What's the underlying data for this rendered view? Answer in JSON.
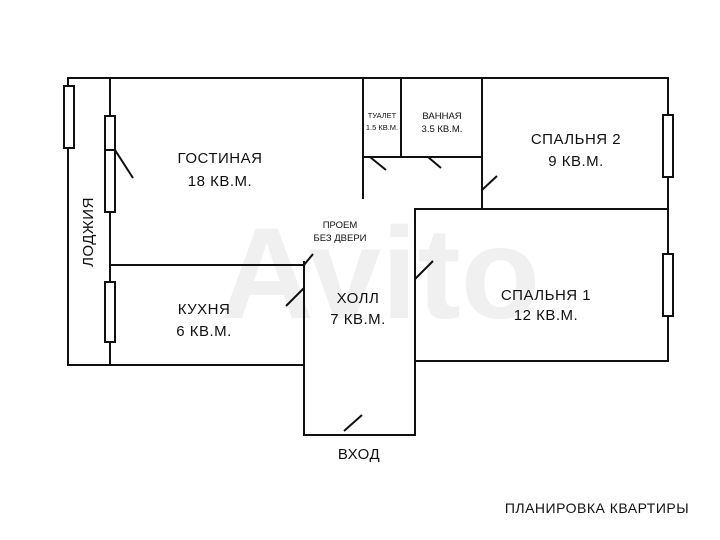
{
  "watermark": "Avito",
  "rooms": {
    "loggia": {
      "name": "ЛОДЖИЯ"
    },
    "living": {
      "name": "ГОСТИНАЯ",
      "area": "18 КВ.М."
    },
    "toilet": {
      "name": "ТУАЛЕТ",
      "area": "1.5 КВ.М."
    },
    "bath": {
      "name": "ВАННАЯ",
      "area": "3.5 КВ.М."
    },
    "bedroom2": {
      "name": "СПАЛЬНЯ 2",
      "area": "9 КВ.М."
    },
    "kitchen": {
      "name": "КУХНЯ",
      "area": "6 КВ.М."
    },
    "hall": {
      "name": "ХОЛЛ",
      "area": "7 КВ.М."
    },
    "bedroom1": {
      "name": "СПАЛЬНЯ 1",
      "area": "12 КВ.М."
    }
  },
  "opening": {
    "line1": "ПРОЕМ",
    "line2": "БЕЗ ДВЕРИ"
  },
  "entrance": "ВХОД",
  "caption": "ПЛАНИРОВКА КВАРТИРЫ"
}
